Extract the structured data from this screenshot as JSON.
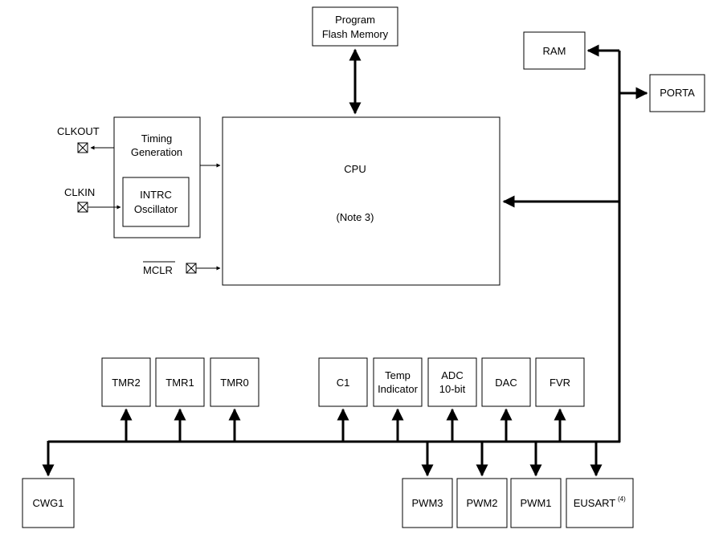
{
  "blocks": {
    "program_flash": [
      "Program",
      "Flash Memory"
    ],
    "ram": "RAM",
    "porta": "PORTA",
    "cpu": "CPU",
    "cpu_note": "(Note 3)",
    "timing": [
      "Timing",
      "Generation"
    ],
    "intrc": [
      "INTRC",
      "Oscillator"
    ],
    "tmr2": "TMR2",
    "tmr1": "TMR1",
    "tmr0": "TMR0",
    "c1": "C1",
    "temp": [
      "Temp",
      "Indicator"
    ],
    "adc": [
      "ADC",
      "10-bit"
    ],
    "dac": "DAC",
    "fvr": "FVR",
    "cwg1": "CWG1",
    "pwm3": "PWM3",
    "pwm2": "PWM2",
    "pwm1": "PWM1",
    "eusart": "EUSART",
    "eusart_sup": "(4)"
  },
  "pins": {
    "clkout": "CLKOUT",
    "clkin": "CLKIN",
    "mclr": "MCLR"
  }
}
